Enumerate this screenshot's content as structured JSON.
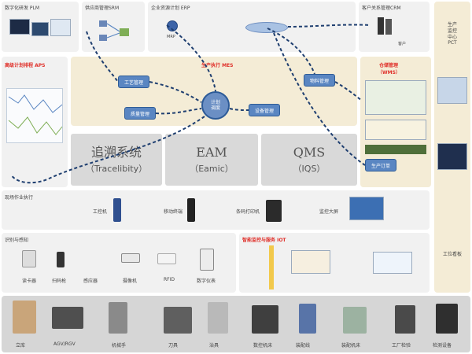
{
  "top_row": {
    "plm": "数字化研发 PLM",
    "srm": "供应商管理SRM",
    "erp": "企业资源计划 ERP",
    "mrp": "MRP",
    "crm": "客户关系管理CRM",
    "crm_sub": "客户"
  },
  "aps": {
    "title": "高级计划排程 APS"
  },
  "mes": {
    "title": "生产执行 MES",
    "nodes": {
      "process": "工艺管理",
      "quality": "质量管理",
      "plan": "计划\n调度",
      "equipment": "设备管理",
      "material": "物料管理",
      "wms_link": "生产订单"
    }
  },
  "wms": {
    "title": "仓储管理",
    "subtitle": "（WMS）"
  },
  "subsystems": [
    {
      "big": "追溯系统",
      "small": "（Tracelibity）"
    },
    {
      "big": "EAM",
      "small": "（Eamic）"
    },
    {
      "big": "QMS",
      "small": "（IQS）"
    }
  ],
  "pct": {
    "title": "生产\n监控\n中心\nPCT",
    "sub": "工位看板"
  },
  "exec_row": {
    "title": "现场作业执行",
    "items": [
      "工控机",
      "移动终端",
      "条码打印机",
      "监控大屏"
    ]
  },
  "collect_row": {
    "title": "识别与感知",
    "items": [
      "读卡器",
      "扫码枪",
      "感应器",
      "摄像机",
      "RFID",
      "数字仪表"
    ]
  },
  "iot": {
    "title": "智能监控与服务 IOT"
  },
  "equipment_row": {
    "items": [
      "立库",
      "AGV/RGV",
      "机械手",
      "刀具",
      "治具",
      "数控机床",
      "装配线",
      "装配机床",
      "工厂检验",
      "检测设备"
    ]
  },
  "colors": {
    "panel_bg": "#f1f1f1",
    "mes_bg": "#f4ecd6",
    "accent_blue": "#5a86c2",
    "red_title": "#e0312b"
  }
}
